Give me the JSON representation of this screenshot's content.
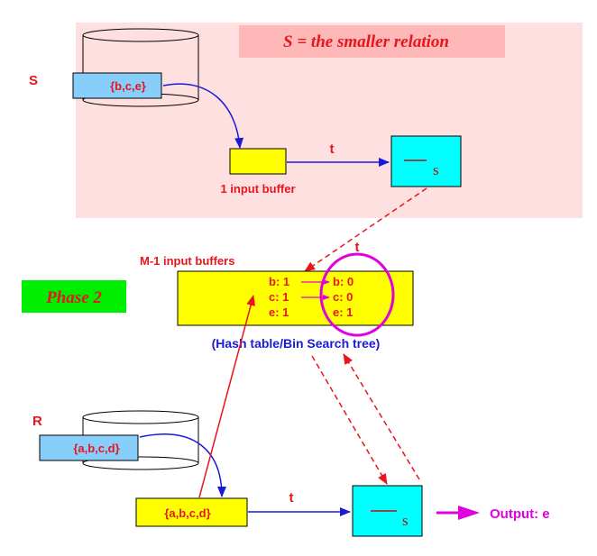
{
  "top_section": {
    "title": "S = the smaller relation",
    "relation_label": "S",
    "disk_tuples": "{b,c,e}",
    "buffer_label": "1 input buffer",
    "tuple_label": "t",
    "output_sub": "s"
  },
  "phase": {
    "label": "Phase 2"
  },
  "hash_section": {
    "buffers_label": "M-1 input buffers",
    "tuple_label": "t",
    "left_entries": [
      "b: 1",
      "c: 1",
      "e: 1"
    ],
    "right_entries": [
      "b: 0",
      "c: 0",
      "e: 1"
    ],
    "caption": "(Hash table/Bin Search tree)"
  },
  "bottom_section": {
    "relation_label": "R",
    "disk_tuples": "{a,b,c,d}",
    "buffer_tuples": "{a,b,c,d}",
    "tuple_label": "t",
    "output_sub": "s",
    "output_label": "Output: e"
  },
  "colors": {
    "pink_panel": "#ffe0e0",
    "title_band": "#ffb8b8",
    "yellow": "#ffff00",
    "cyan": "#00ffff",
    "light_blue": "#87cefa",
    "green": "#00ee00",
    "red": "#e8141e",
    "blue": "#1a1ad8",
    "magenta": "#e000e0"
  }
}
